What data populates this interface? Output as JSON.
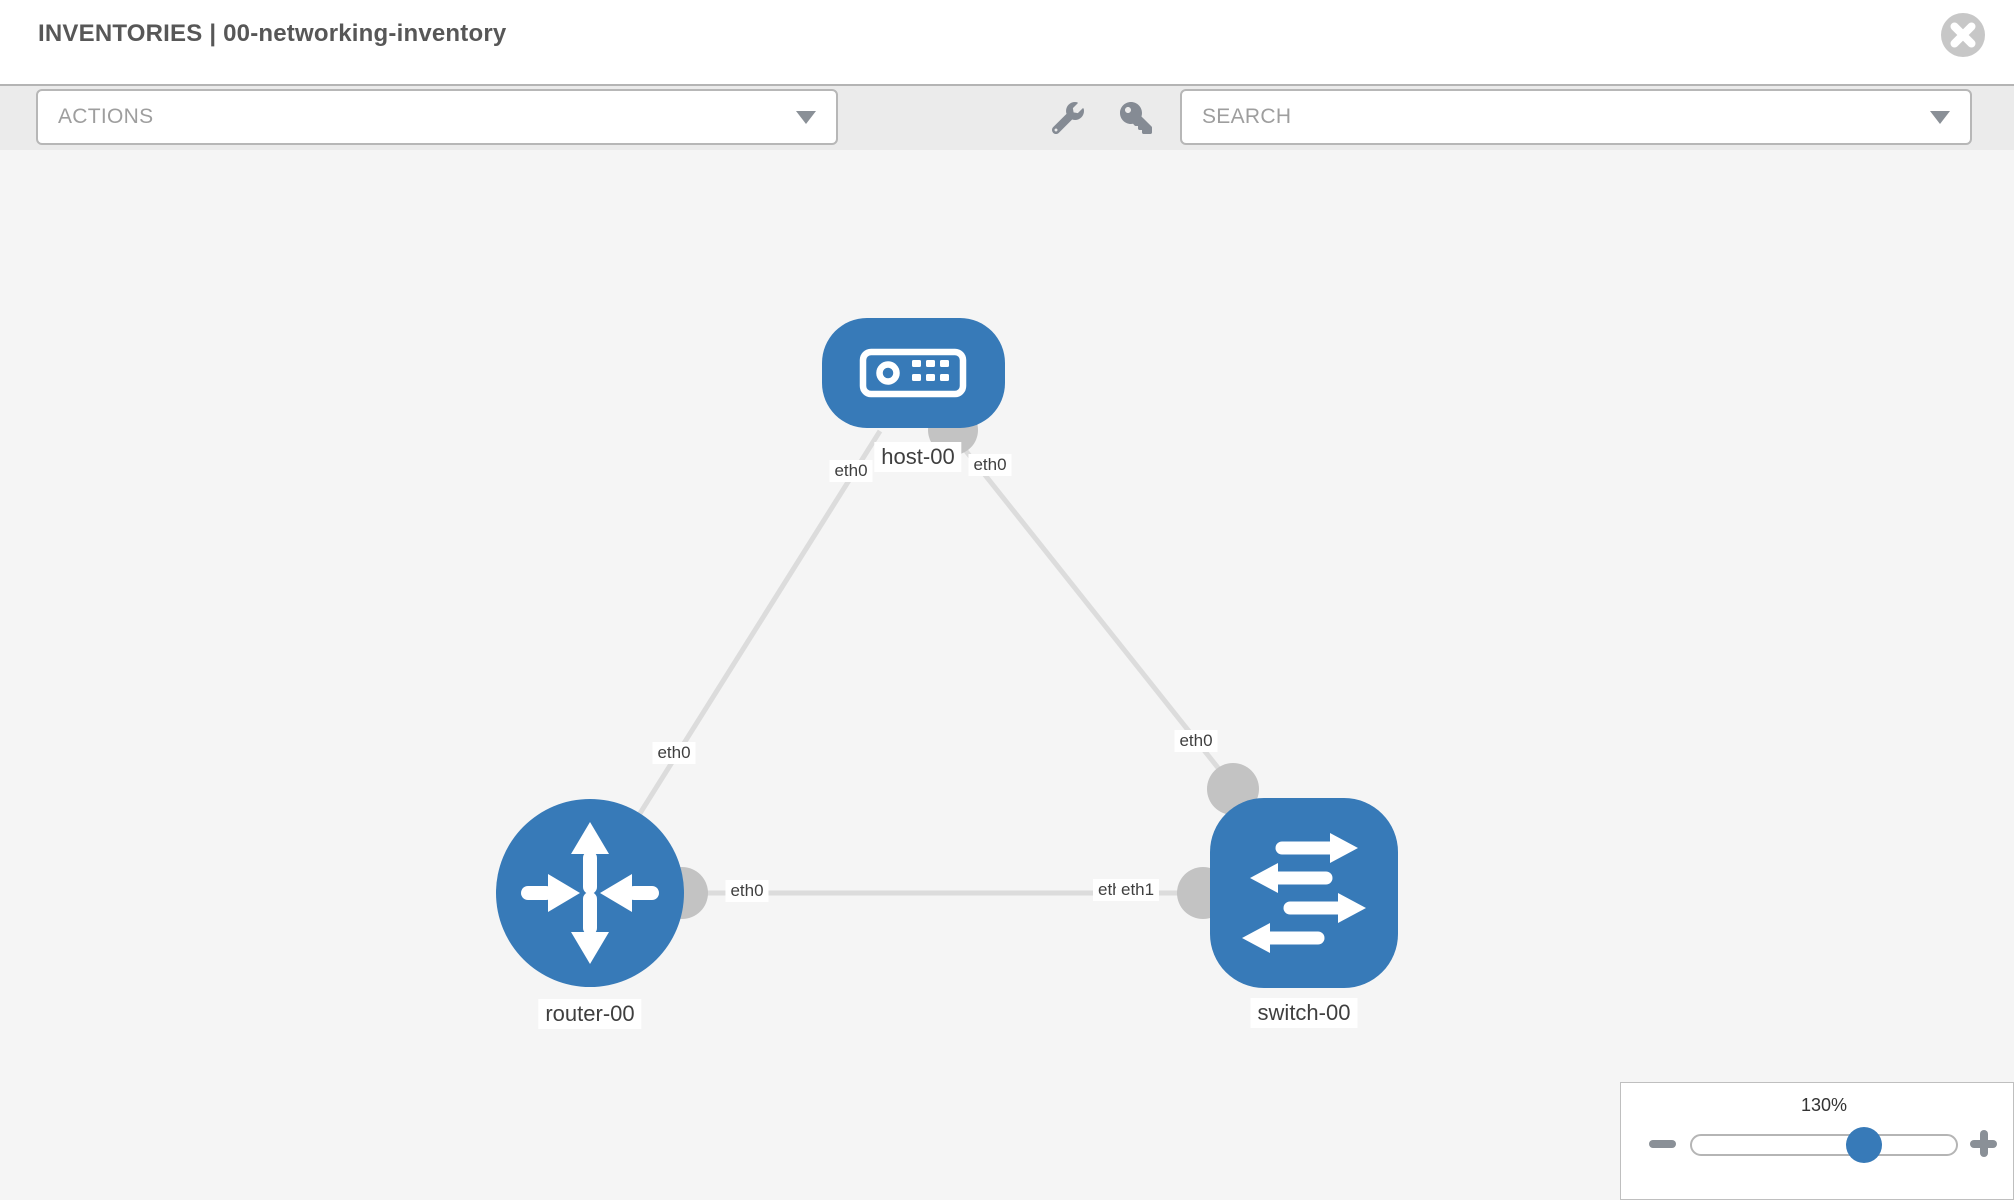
{
  "header": {
    "title": "INVENTORIES | 00-networking-inventory"
  },
  "toolbar": {
    "actions_label": "ACTIONS",
    "search_label": "SEARCH"
  },
  "diagram": {
    "nodes": [
      {
        "id": "host-00",
        "type": "host",
        "label": "host-00"
      },
      {
        "id": "router-00",
        "type": "router",
        "label": "router-00"
      },
      {
        "id": "switch-00",
        "type": "switch",
        "label": "switch-00"
      }
    ],
    "links": [
      {
        "from": "router-00",
        "from_interface": "eth0",
        "to": "host-00",
        "to_interface": "eth0"
      },
      {
        "from": "host-00",
        "from_interface": "eth0",
        "to": "switch-00",
        "to_interface": "eth0"
      },
      {
        "from": "router-00",
        "from_interface": "eth0",
        "to": "switch-00",
        "to_interface": "eth1"
      }
    ]
  },
  "zoom_control": {
    "percent": "130%"
  },
  "colors": {
    "node_blue": "#377ab8",
    "link_gray": "#dcdcdc",
    "port_gray": "#c3c3c3",
    "toolbar_gray": "#ebebeb",
    "canvas_gray": "#f5f5f5",
    "icon_gray": "#8a9097"
  }
}
